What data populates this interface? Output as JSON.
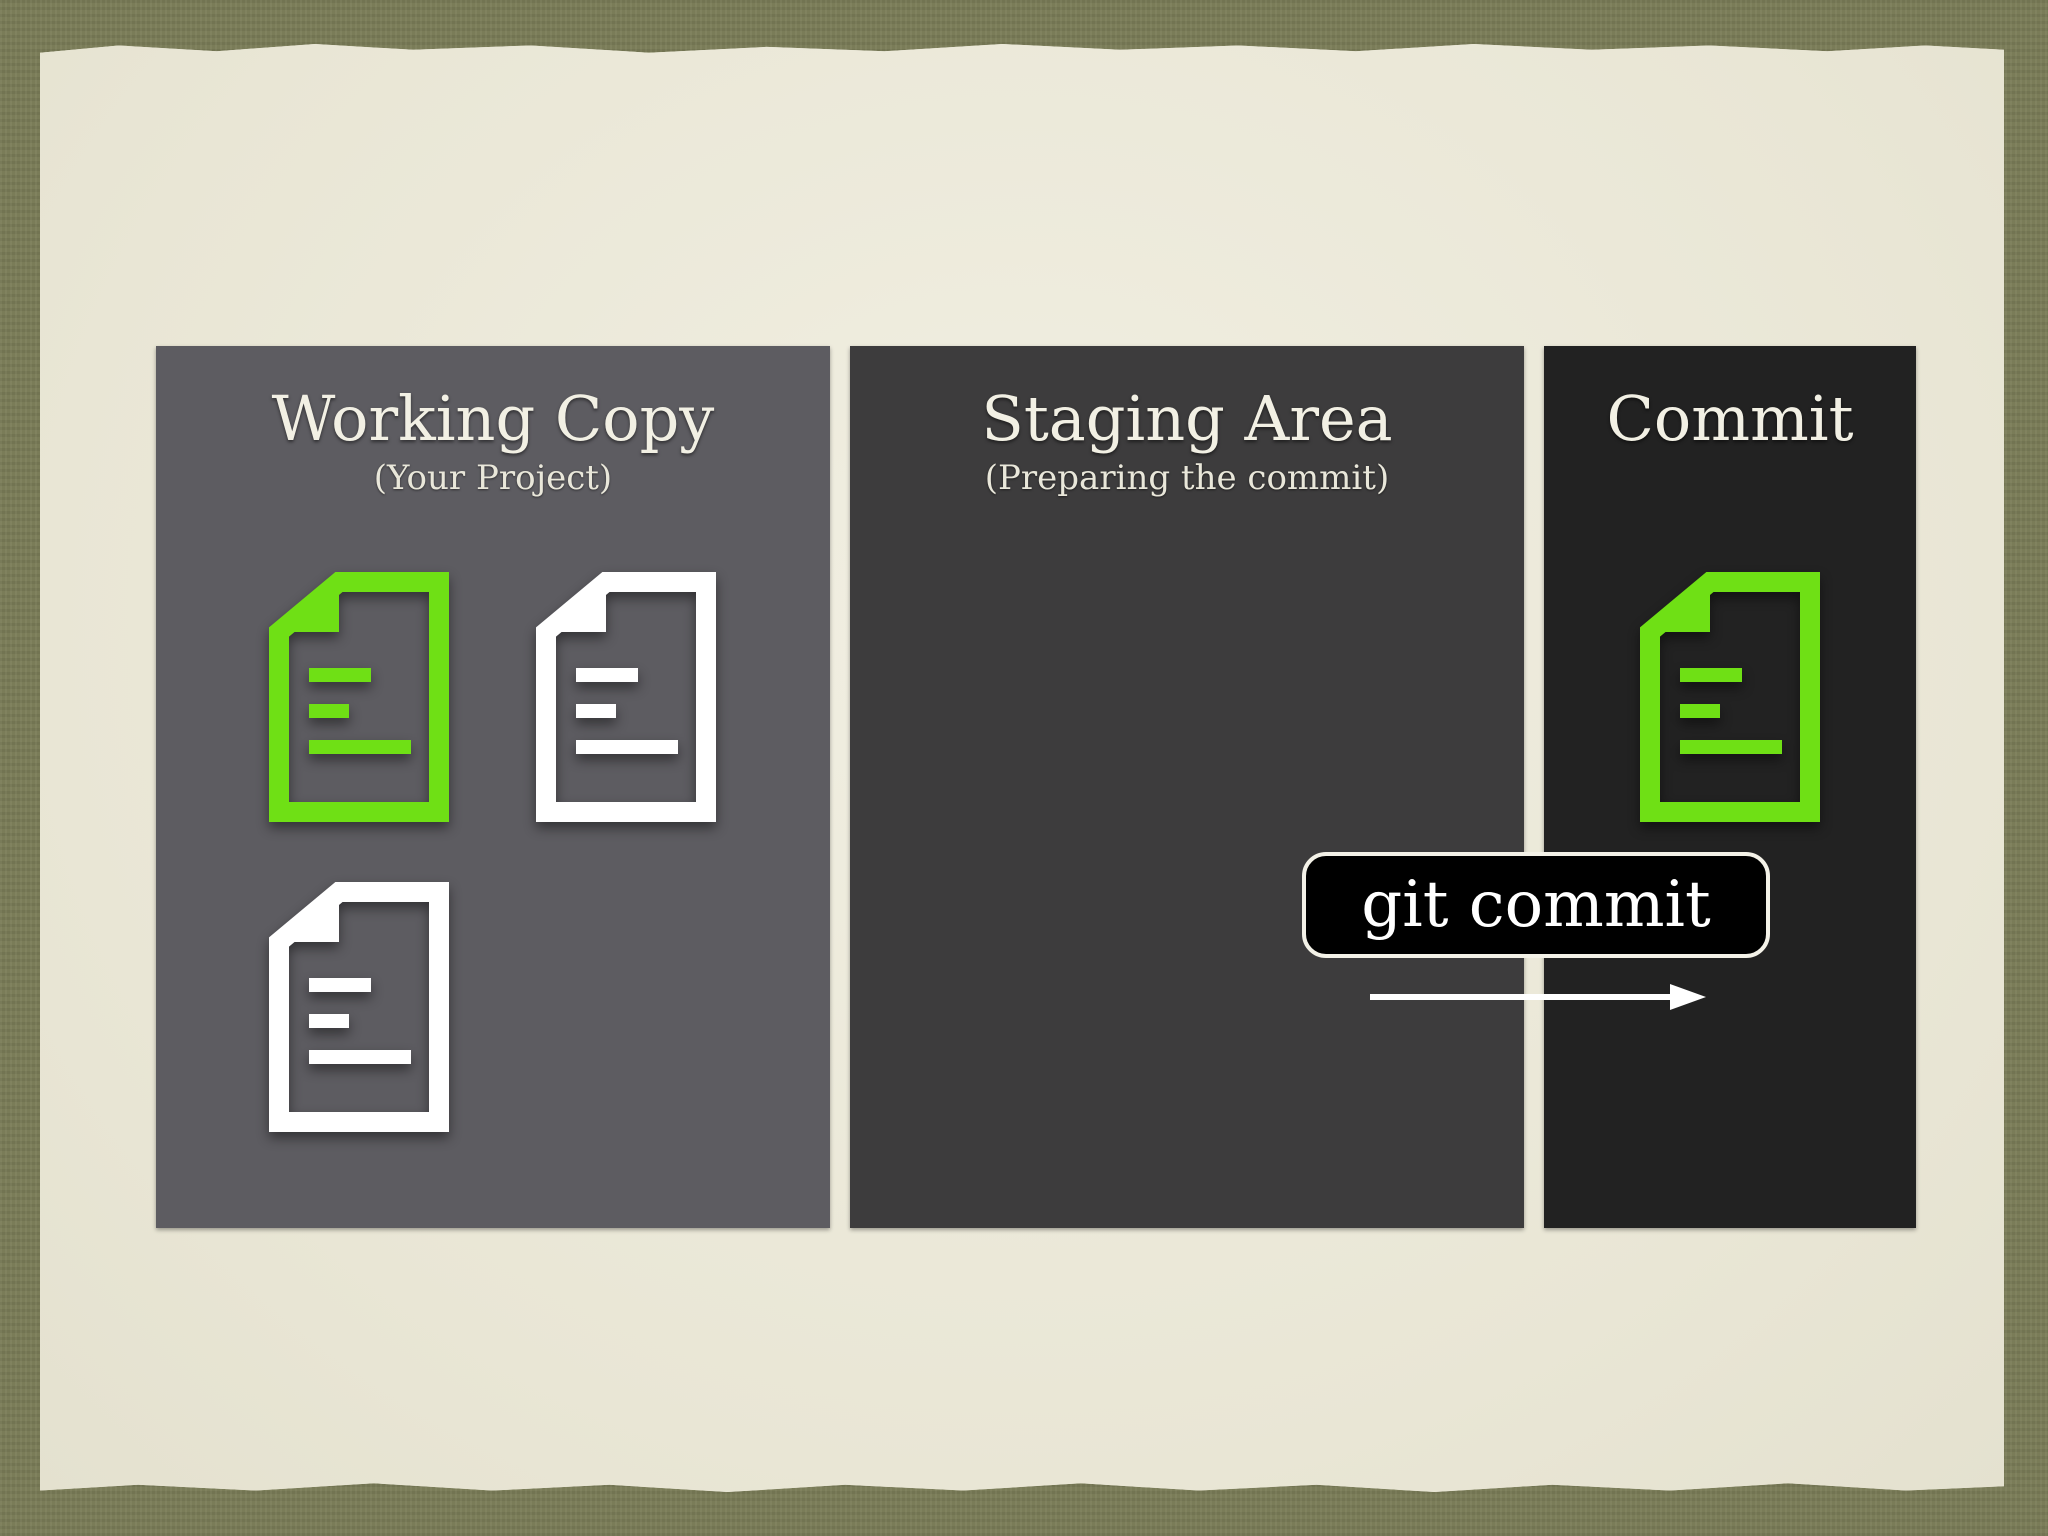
{
  "panels": {
    "working_copy": {
      "title": "Working Copy",
      "subtitle": "(Your Project)"
    },
    "staging_area": {
      "title": "Staging Area",
      "subtitle": "(Preparing the commit)"
    },
    "commit": {
      "title": "Commit"
    }
  },
  "command": {
    "label": "git commit"
  },
  "colors": {
    "modified_file": "#6fe015",
    "unmodified_file": "#ffffff",
    "working_panel": "#5d5c61",
    "staging_panel": "#3d3c3d",
    "commit_panel": "#222222",
    "paper": "#eceadb",
    "backdrop": "#7b7d58"
  },
  "icons": {
    "file": "document-icon",
    "arrow": "arrow-right-icon"
  }
}
